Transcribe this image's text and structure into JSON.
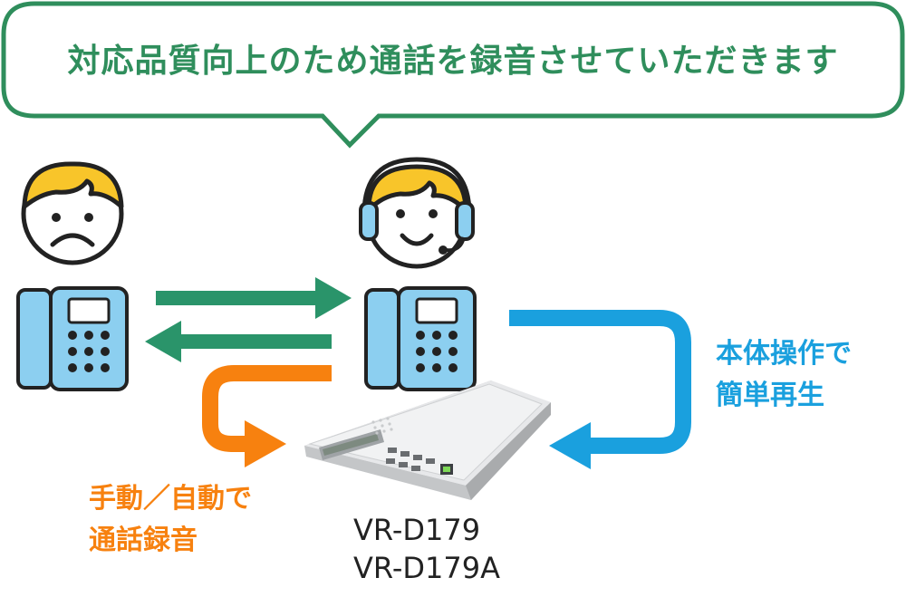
{
  "speech_bubble": {
    "text": "対応品質向上のため通話を録音させていただきます"
  },
  "labels": {
    "manual_auto_line1": "手動／自動で",
    "manual_auto_line2": "通話録音",
    "easy_play_line1": "本体操作で",
    "easy_play_line2": "簡単再生"
  },
  "device": {
    "model_1": "VR-D179",
    "model_2": "VR-D179A"
  },
  "colors": {
    "bubble_border": "#2f8e5c",
    "green_arrow": "#2a946a",
    "orange_arrow": "#f7810f",
    "blue_arrow": "#1aa0de",
    "phone_fill": "#8ccff0",
    "hair": "#f8c52a"
  }
}
